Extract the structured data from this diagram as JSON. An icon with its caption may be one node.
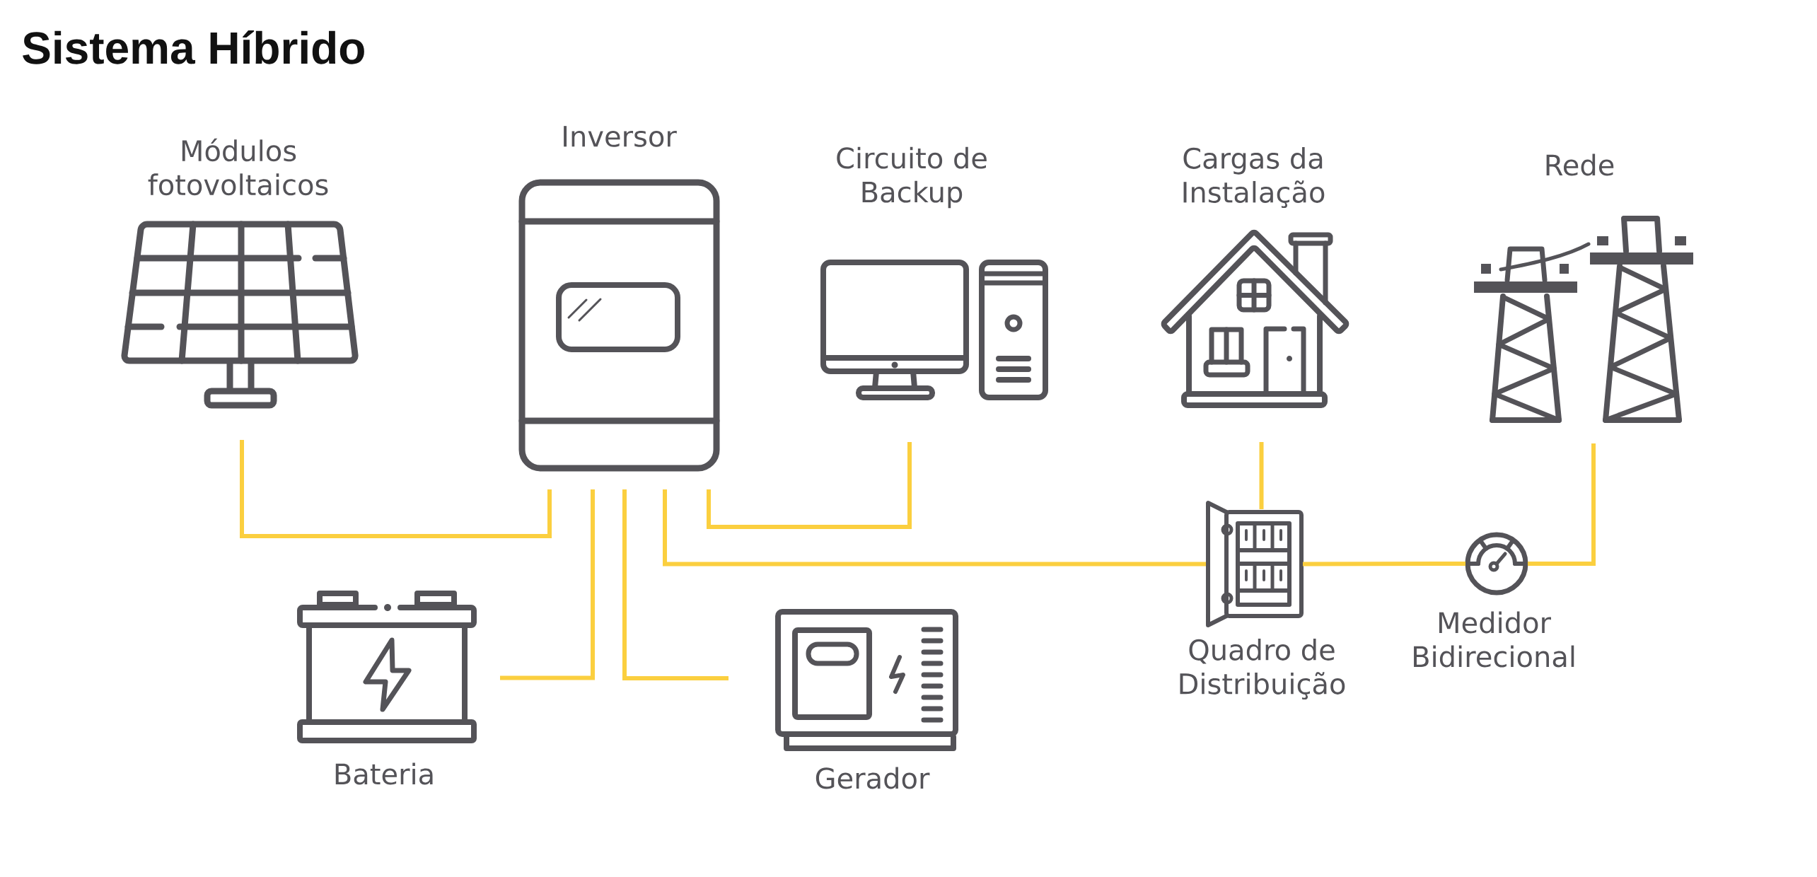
{
  "diagram": {
    "title": "Sistema Híbrido",
    "nodes": [
      {
        "text": [
          "Módulos fotovoltaicos"
        ]
      },
      {
        "text": [
          "Inversor"
        ]
      },
      {
        "text": [
          "Circuito de Backup"
        ]
      },
      {
        "text": [
          "Cargas da Instalação"
        ]
      },
      {
        "text": [
          "Rede"
        ]
      },
      {
        "text": [
          "Bateria"
        ]
      },
      {
        "text": [
          "Gerador"
        ]
      },
      {
        "text": [
          "Quadro de Distribuição"
        ]
      },
      {
        "text": [
          "Medidor Bidirecional"
        ]
      }
    ],
    "edges": [
      {
        "from": 0,
        "to": 1,
        "arrow": "none"
      },
      {
        "from": 1,
        "to": 2,
        "arrow": "none"
      },
      {
        "from": 1,
        "to": 5,
        "arrow": "none"
      },
      {
        "from": 1,
        "to": 6,
        "arrow": "none"
      },
      {
        "from": 1,
        "to": 7,
        "arrow": "none"
      },
      {
        "from": 3,
        "to": 7,
        "arrow": "none"
      },
      {
        "from": 7,
        "to": 8,
        "arrow": "none"
      },
      {
        "from": 8,
        "to": 4,
        "arrow": "none"
      }
    ]
  }
}
